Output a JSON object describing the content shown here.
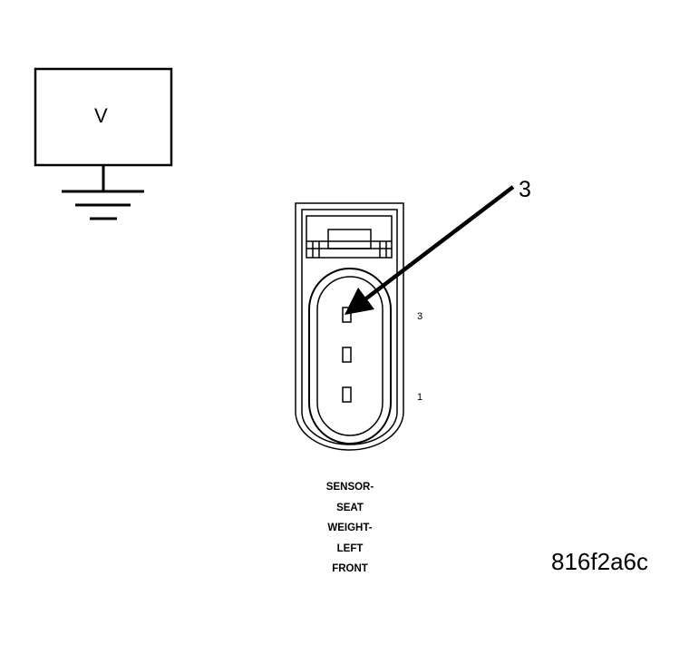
{
  "meter": {
    "label": "V"
  },
  "callout": {
    "number": "3"
  },
  "connector": {
    "pin_labels": {
      "top": "3",
      "bottom": "1"
    },
    "caption_lines": [
      "SENSOR-",
      "SEAT",
      "WEIGHT-",
      "LEFT",
      "FRONT"
    ]
  },
  "figure_id": "816f2a6c",
  "colors": {
    "line": "#000000",
    "background": "#ffffff"
  }
}
